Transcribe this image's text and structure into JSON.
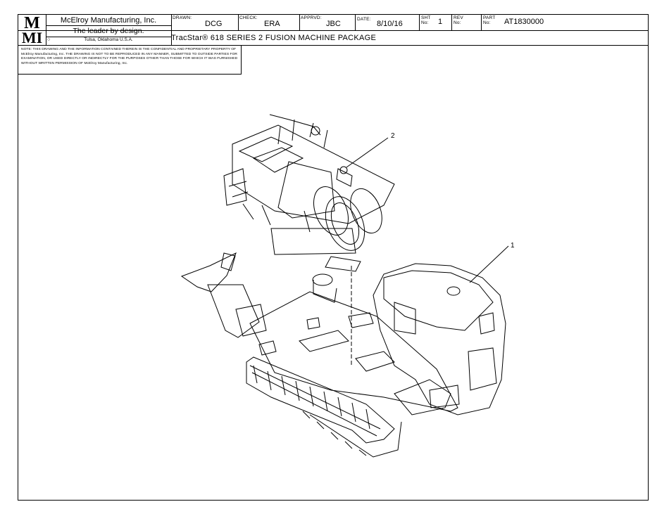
{
  "logo": {
    "line1": "M",
    "line2": "MI"
  },
  "company": {
    "name": "McElroy Manufacturing, Inc.",
    "tagline": "The leader by design.",
    "location": "Tulsa, Oklahoma U.S.A."
  },
  "title_block": {
    "drawn_label": "DRAWN:",
    "drawn_value": "DCG",
    "check_label": "CHECK:",
    "check_value": "ERA",
    "apprvd_label": "APPRVD:",
    "apprvd_value": "JBC",
    "date_label": "DATE:",
    "date_value": "8/10/16",
    "sht_label": "SHT No:",
    "sht_value": "1",
    "rev_label": "REV No:",
    "rev_value": "",
    "part_label": "PART No:",
    "part_value": "AT1830000",
    "title": "TracStar® 618 SERIES 2 FUSION MACHINE PACKAGE"
  },
  "note": "NOTE: THIS DRAWING AND THE INFORMATION CONTAINED THEREIN IS THE CONFIDENTIAL AND PROPRIETARY PROPERTY OF McElroy Manufacturing, Inc. THE DRAWING IS NOT TO BE REPRODUCED IN ANY MANNER, SUBMITTED TO OUTSIDE PARTIES FOR EXAMINATION, OR USED DIRECTLY OR INDIRECTLY FOR THE PURPOSES OTHER THAN THOSE FOR WHICH IT WAS FURNISHED WITHOUT WRITTEN PERMISSION OF McElroy Manufacturing, Inc.",
  "balloons": {
    "item1": "1",
    "item2": "2"
  }
}
